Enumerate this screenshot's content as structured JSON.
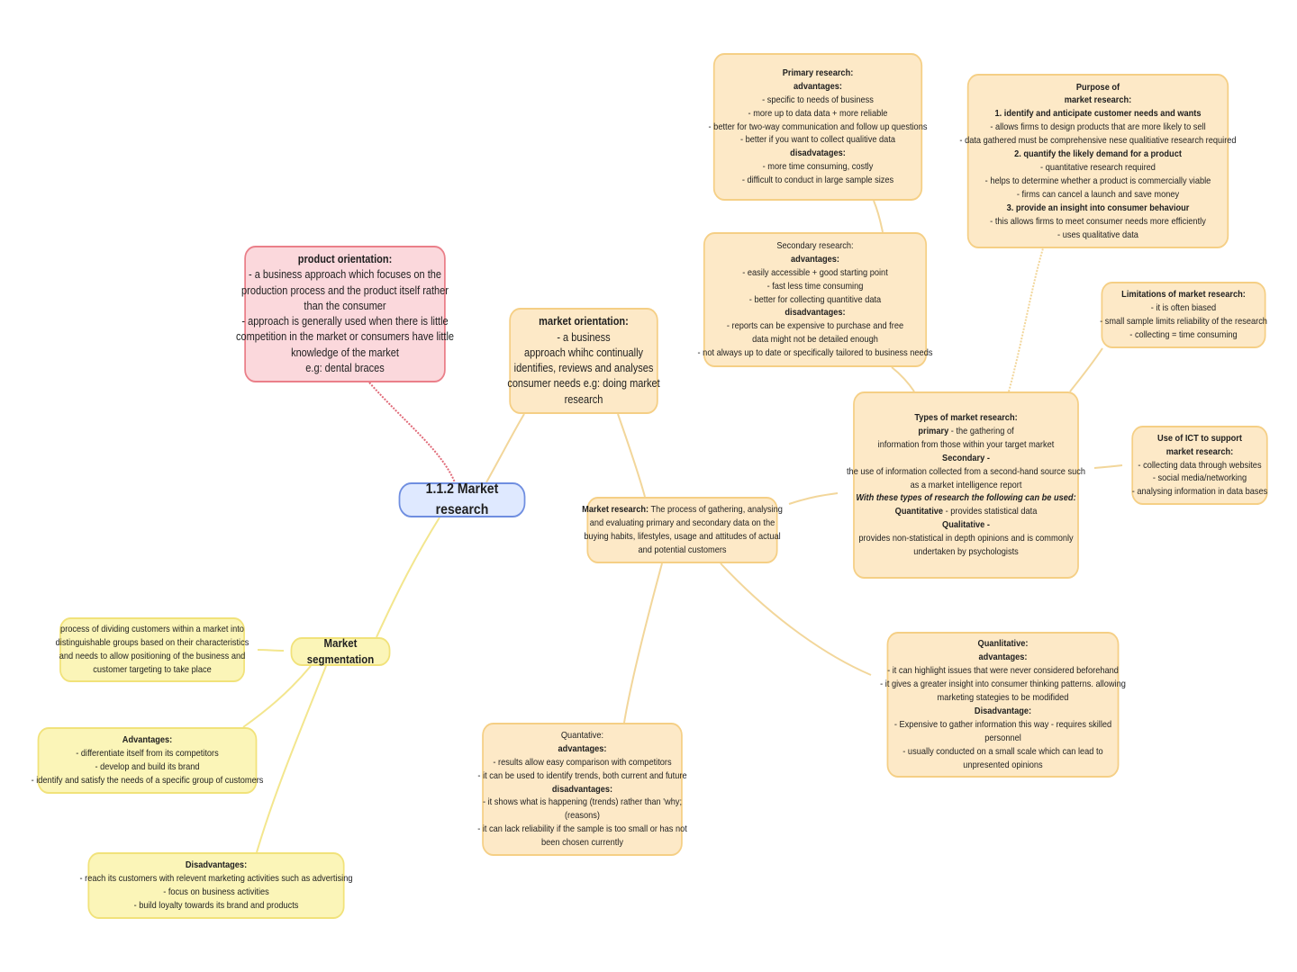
{
  "central": "1.1.2 Market research",
  "product_orientation": [
    {
      "t": "product orientation:",
      "b": true
    },
    {
      "t": "- a business approach which focuses on the"
    },
    {
      "t": "production process and the product itself rather"
    },
    {
      "t": "than the consumer"
    },
    {
      "t": "- approach is generally used when there is little"
    },
    {
      "t": "competition in the market or consumers have little"
    },
    {
      "t": "knowledge of the market"
    },
    {
      "t": "e.g: dental braces"
    }
  ],
  "market_orientation": [
    {
      "t": "market orientation:",
      "b": true
    },
    {
      "t": "- a business"
    },
    {
      "t": "approach whihc continually"
    },
    {
      "t": "identifies, reviews and analyses"
    },
    {
      "t": "consumer needs  e.g: doing market"
    },
    {
      "t": "research"
    }
  ],
  "primary_research": [
    {
      "t": "Primary research:",
      "b": true
    },
    {
      "t": "advantages:",
      "b": true
    },
    {
      "t": "- specific to needs of business"
    },
    {
      "t": "- more up to data data + more reliable"
    },
    {
      "t": "- better for two-way communication and follow up questions"
    },
    {
      "t": "- better if you want to collect qualitive data"
    },
    {
      "t": "disadvatages:",
      "b": true
    },
    {
      "t": "- more time consuming, costly"
    },
    {
      "t": "- difficult to conduct in large sample sizes"
    }
  ],
  "purpose": [
    {
      "t": "Purpose of",
      "b": true
    },
    {
      "t": "market research:",
      "b": true
    },
    {
      "t": "1. identify and anticipate customer needs and wants",
      "b": true
    },
    {
      "t": "- allows firms to design products that are more likely to sell"
    },
    {
      "t": "- data gathered must be comprehensive nese qualitiative research required"
    },
    {
      "t": "2. quantify the likely demand for a product",
      "b": true
    },
    {
      "t": "- quantitative research required"
    },
    {
      "t": "- helps to determine whether a product is commercially viable"
    },
    {
      "t": "- firms can cancel a launch and save money"
    },
    {
      "t": "3. provide an insight into consumer behaviour",
      "b": true
    },
    {
      "t": "- this allows firms to meet consumer needs more efficiently"
    },
    {
      "t": "- uses qualitative data"
    }
  ],
  "secondary_research": [
    {
      "t": "Secondary research:"
    },
    {
      "t": "advantages:",
      "b": true
    },
    {
      "t": "- easily accessible + good starting point"
    },
    {
      "t": "- fast less time consuming"
    },
    {
      "t": "- better for collecting quantitive data"
    },
    {
      "t": "disadvantages:",
      "b": true
    },
    {
      "t": "- reports can be expensive to purchase and free"
    },
    {
      "t": "data might not be detailed enough"
    },
    {
      "t": "- not always up to date or specifically tailored to business needs"
    }
  ],
  "limitations": [
    {
      "t": "Limitations of market research:",
      "b": true
    },
    {
      "t": "- it is often biased"
    },
    {
      "t": "- small sample limits reliability of the research"
    },
    {
      "t": "- collecting = time consuming"
    }
  ],
  "types": [
    {
      "t": "Types of market research:",
      "b": true
    },
    {
      "parts": [
        {
          "t": "primary",
          "b": true
        },
        {
          "t": " - the gathering of"
        }
      ]
    },
    {
      "t": "information from those within your target market"
    },
    {
      "t": "Secondary -",
      "b": true
    },
    {
      "t": "the use of information collected from a second-hand source such"
    },
    {
      "t": "as a market intelligence report"
    },
    {
      "t": " "
    },
    {
      "t": "With these types of research the following can be used:",
      "i": true
    },
    {
      "parts": [
        {
          "t": "Quantitative",
          "b": true
        },
        {
          "t": " - provides statistical data"
        }
      ]
    },
    {
      "t": "Qualitative -",
      "b": true
    },
    {
      "t": "provides non-statistical in depth opinions and is commonly"
    },
    {
      "t": "undertaken by psychologists"
    }
  ],
  "ict": [
    {
      "t": "Use of ICT to support",
      "b": true
    },
    {
      "t": "market research:",
      "b": true
    },
    {
      "t": "- collecting data through websites"
    },
    {
      "t": "- social media/networking"
    },
    {
      "t": "- analysing information in data bases"
    }
  ],
  "market_research": [
    {
      "parts": [
        {
          "t": "Market research:",
          "b": true
        },
        {
          "t": " The process of gathering, analysing"
        }
      ]
    },
    {
      "t": "and evaluating primary and secondary data on the"
    },
    {
      "t": "buying habits, lifestyles, usage and attitudes of actual"
    },
    {
      "t": "and potential customers"
    }
  ],
  "segmentation": "Market segmentation",
  "segmentation_def": [
    {
      "t": "process of dividing customers within a market into"
    },
    {
      "t": "distinguishable groups based on their characteristics"
    },
    {
      "t": "and needs to allow positioning of the business and"
    },
    {
      "t": "customer targeting to take place"
    }
  ],
  "seg_advantages": [
    {
      "t": "Advantages:",
      "b": true
    },
    {
      "t": "- differentiate itself from its competitors"
    },
    {
      "t": "- develop and build its brand"
    },
    {
      "t": "- identify and satisfy the needs of a specific group of customers"
    }
  ],
  "seg_disadvantages": [
    {
      "t": "Disadvantages:",
      "b": true
    },
    {
      "t": "- reach its customers with relevent marketing activities such as advertising"
    },
    {
      "t": "- focus on business activities"
    },
    {
      "t": "- build loyalty towards its brand and products"
    }
  ],
  "quantitative": [
    {
      "t": "Quantative:"
    },
    {
      "t": "advantages:",
      "b": true
    },
    {
      "t": "- results allow easy comparison with competitors"
    },
    {
      "t": "- it can be used to identify trends, both current and future"
    },
    {
      "t": "disadvantages:",
      "b": true
    },
    {
      "t": "- it shows what is happening (trends) rather than 'why;"
    },
    {
      "t": "(reasons)"
    },
    {
      "t": "- it can lack reliability if the sample is too small or has not"
    },
    {
      "t": "been chosen currently"
    }
  ],
  "qualitative": [
    {
      "t": "Quanlitative:",
      "b": true
    },
    {
      "t": "advantages:",
      "b": true
    },
    {
      "t": "- it can highlight issues that were never considered beforehand"
    },
    {
      "t": "- it gives a greater insight into consumer thinking patterns. allowing"
    },
    {
      "t": "marketing stategies to be modifided"
    },
    {
      "t": "Disadvantage:",
      "b": true
    },
    {
      "t": "- Expensive to gather information this way - requires skilled"
    },
    {
      "t": "personnel"
    },
    {
      "t": "- usually conducted on a small scale which can lead to"
    },
    {
      "t": "unpresented opinions"
    }
  ],
  "colors": {
    "orange_fill": "#fde9c7",
    "orange_border": "#f5cf85",
    "yellow_fill": "#fbf5b8",
    "yellow_border": "#f1e27a",
    "pink_fill": "#fbd8dc",
    "pink_border": "#ea7f89",
    "blue_fill": "#dfe9ff",
    "blue_border": "#6f8ee0"
  }
}
